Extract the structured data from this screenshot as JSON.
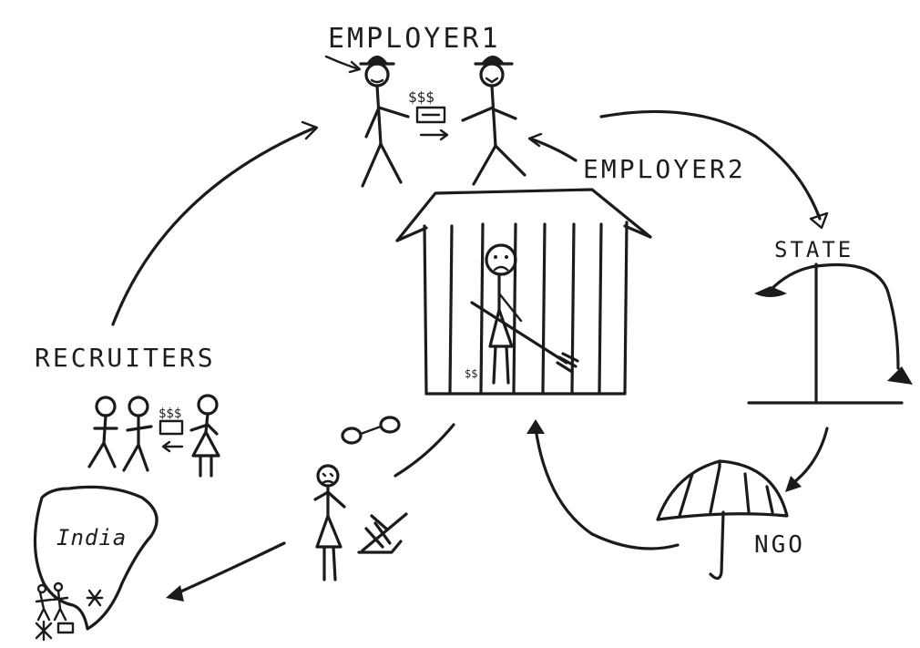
{
  "labels": {
    "employer1": "EMPLOYER1",
    "employer2": "EMPLOYER2",
    "state": "STATE",
    "recruiters": "RECRUITERS",
    "india": "India",
    "ngo": "NGO",
    "money_employers": "$$$",
    "money_recruiters": "$$$"
  },
  "colors": {
    "ink": "#1b1b1b",
    "background": "#ffffff"
  }
}
